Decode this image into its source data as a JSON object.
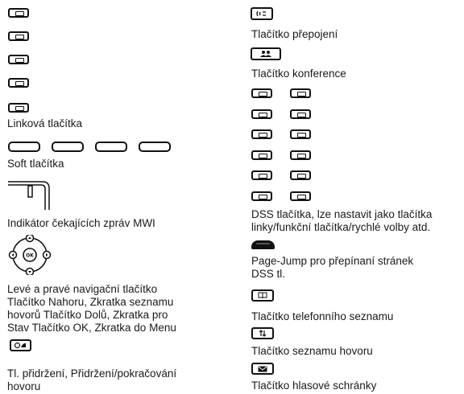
{
  "left": {
    "line_keys_label": "Linková tlačítka",
    "soft_keys_label": "Soft   tlačítka",
    "mwi_label": "Indikátor čekajících zpráv MWI",
    "nav_label": [
      "Levé a pravé navigační tlačítko",
      "Tlačítko Nahoru, Zkratka seznamu",
      "hovorů Tlačítko Dolů, Zkratka pro",
      "Stav  Tlačítko OK, Zkratka do Menu"
    ],
    "nav_ok": "OK",
    "hold_label": [
      "Tl. přidržení, Přidržení/pokračování",
      "hovoru"
    ]
  },
  "right": {
    "transfer_label": "Tlačítko přepojení",
    "conference_label": "Tlačítko  konference",
    "dss_label": [
      "DSS tlačítka, lze nastavit jako tlačítka",
      "linky/funkční tlačítka/rychlé volby atd."
    ],
    "page_jump_label": [
      "Page-Jump  pro přepínaní stránek",
      "DSS tl."
    ],
    "phonebook_label": "Tlačítko telefonního seznamu",
    "call_list_label": "Tlačítko seznamu hovoru",
    "voicemail_label": "Tlačítko hlasové schránky"
  }
}
